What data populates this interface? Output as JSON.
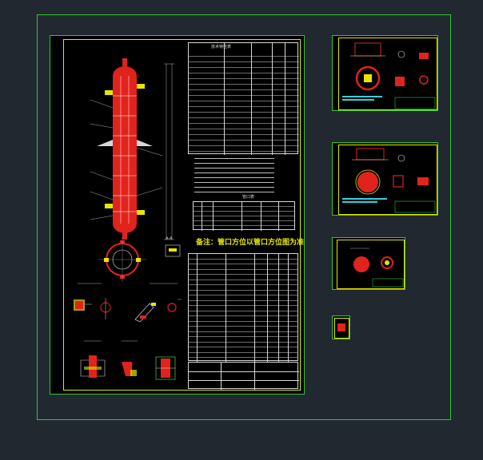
{
  "drawing": {
    "note_text": "备注：管口方位以管口方位图为准",
    "section_label": "A-A",
    "table_title_tech": "技术特性表",
    "table_title_nozzle": "管口表",
    "table_title_parts": "明细表"
  },
  "colors": {
    "background": "#212830",
    "sheet_border": "#33c633",
    "inner_border": "#e6e600",
    "vessel": "#e0231c",
    "lines": "#d8d8d8",
    "annotation": "#34d0e0"
  }
}
